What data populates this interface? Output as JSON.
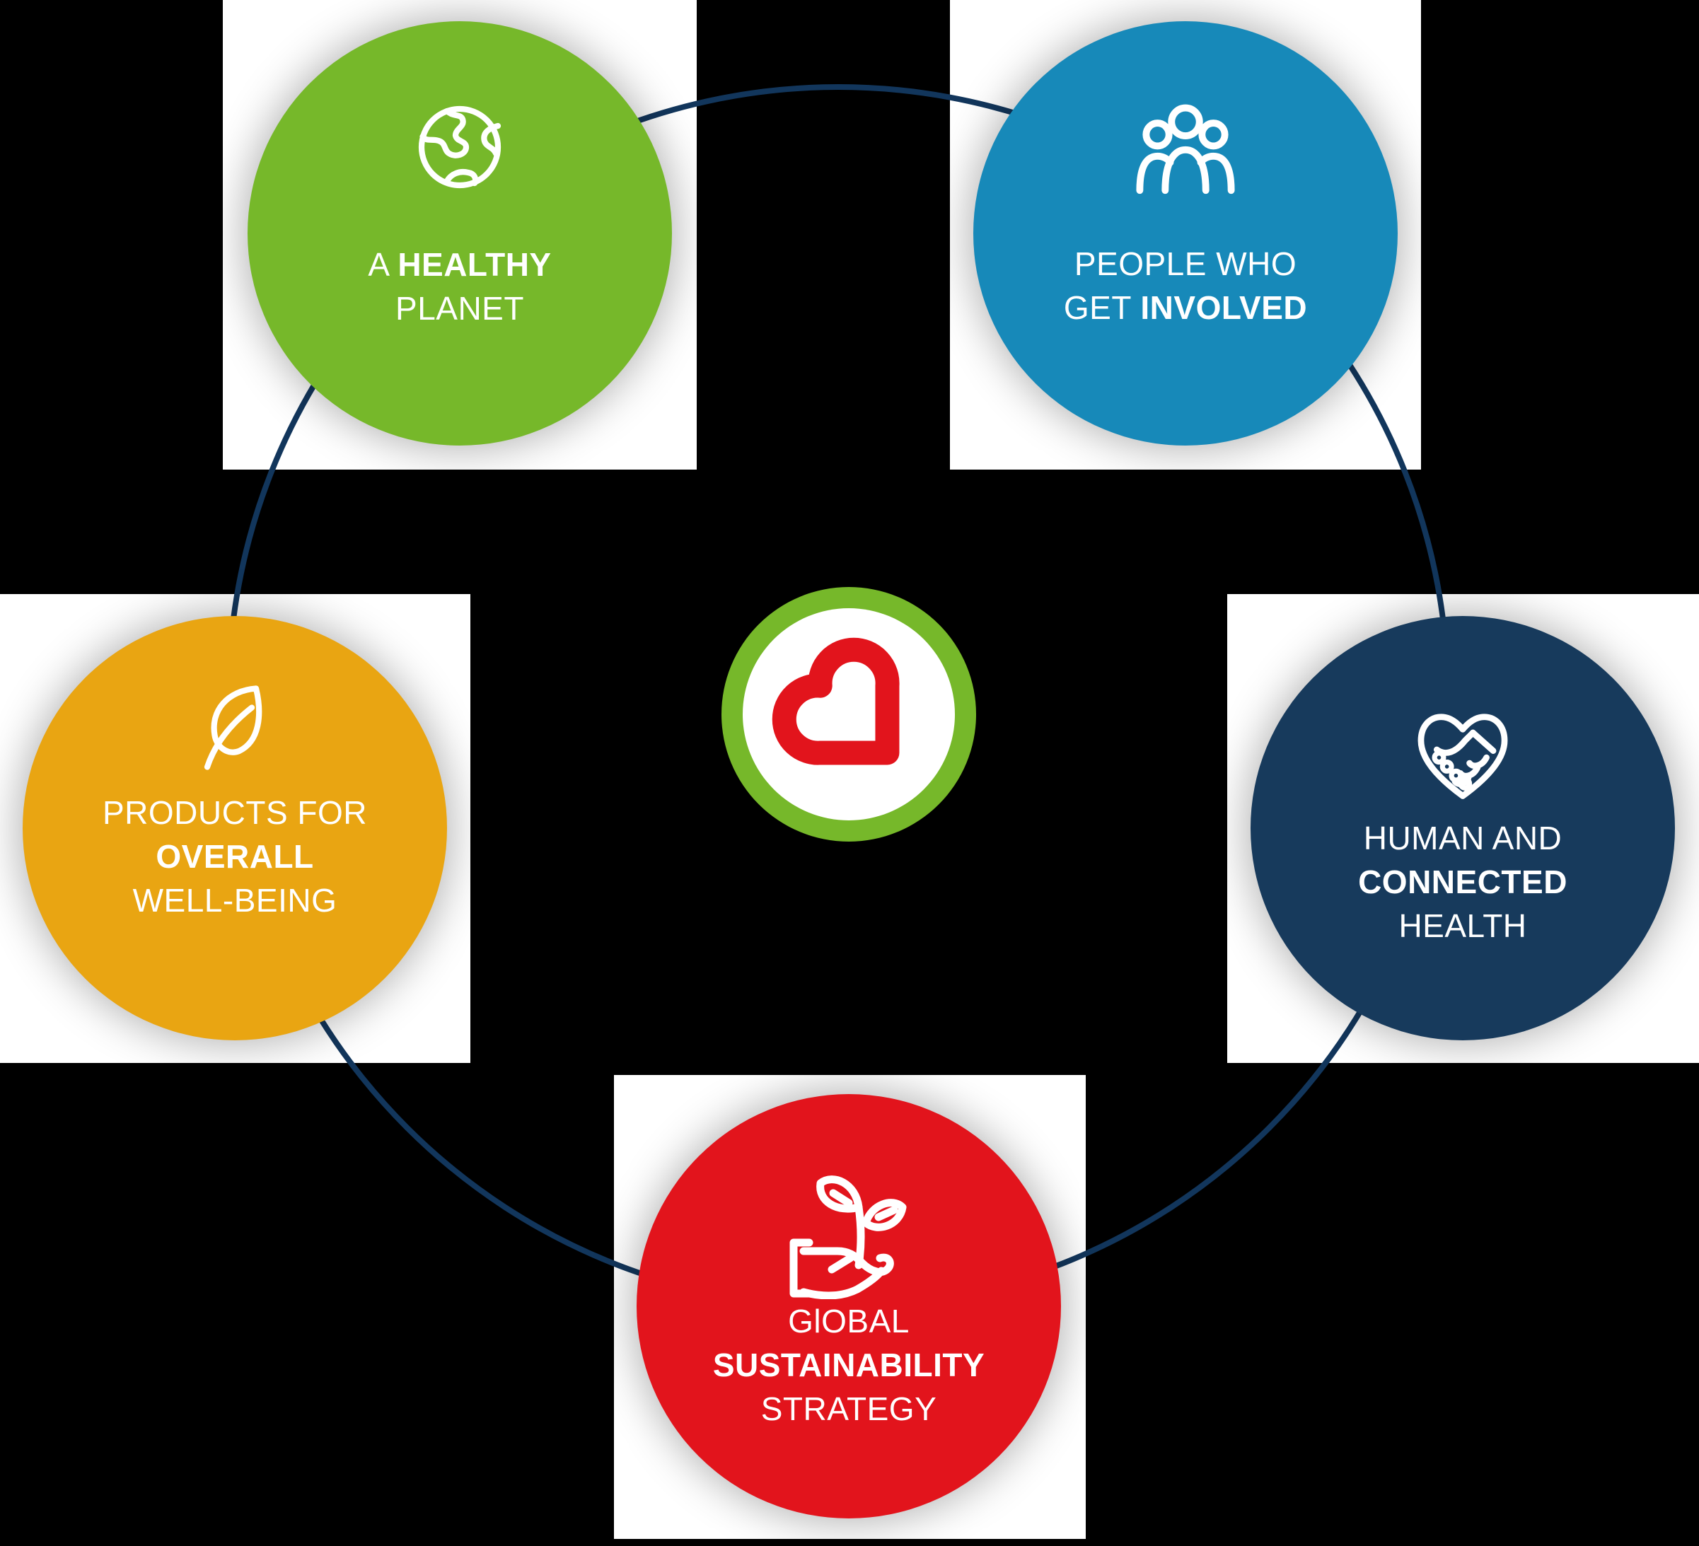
{
  "title": "Global sustainability strategy wheel",
  "colors": {
    "background": "#000000",
    "panel": "#ffffff",
    "connector": "#12365c",
    "text": "#ffffff"
  },
  "center_logo": {
    "name": "heart-in-ring-logo",
    "ring_color": "#76b82a",
    "disc_color": "#ffffff",
    "heart_color": "#e2141c"
  },
  "circles": [
    {
      "id": "healthy-planet",
      "color": "#76b82a",
      "icon": "globe-icon",
      "lines": [
        "A **HEALTHY**",
        "PLANET"
      ]
    },
    {
      "id": "people-who-get-involved",
      "color": "#1789b9",
      "icon": "people-group-icon",
      "lines": [
        "PEOPLE WHO",
        "GET **INVOLVED**"
      ]
    },
    {
      "id": "human-and-connected-health",
      "color": "#173a5c",
      "icon": "heart-handshake-icon",
      "lines": [
        "HUMAN AND",
        "**CONNECTED**",
        "HEALTH"
      ]
    },
    {
      "id": "global-sustainability-strategy",
      "color": "#e2141c",
      "icon": "hand-sprout-icon",
      "lines": [
        "GlOBAL",
        "**SUSTAINABILITY**",
        "STRATEGY"
      ]
    },
    {
      "id": "products-for-overall-well-being",
      "color": "#e9a512",
      "icon": "leaf-icon",
      "lines": [
        "PRODUCTS FOR",
        "**OVERALL**",
        "WELL-BEING"
      ]
    }
  ]
}
